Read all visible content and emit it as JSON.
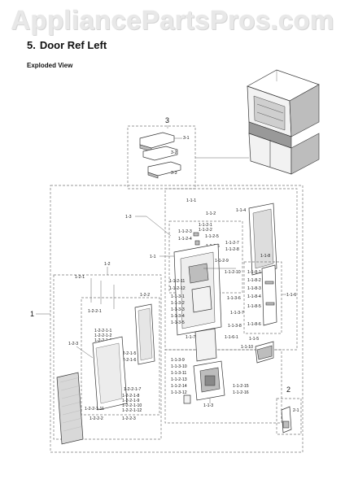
{
  "watermark": "AppliancePartsPros.com",
  "section": {
    "number": "5.",
    "title": "Door Ref Left"
  },
  "subtitle": "Exploded View",
  "groups": {
    "g1": "1",
    "g2": "2",
    "g3": "3"
  },
  "labels": {
    "l3_1": "3-1",
    "l3_2": "3-2",
    "l3_3": "3-3",
    "l1_1": "1-1",
    "l1_1_1": "1-1-1",
    "l1_1_2": "1-1-2",
    "l1_1_3": "1-1-3",
    "l1_1_4": "1-1-4",
    "l1_1_5": "1-1-5",
    "l1_1_6": "1-1-6",
    "l1_1_7": "1-1-7",
    "l1_1_8": "1-1-8",
    "l1_1_10": "1-1-10",
    "l1_1_2_1": "1-1-2-1",
    "l1_1_2_2": "1-1-2-2",
    "l1_1_2_3": "1-1-2-3",
    "l1_1_2_4": "1-1-2-4",
    "l1_1_2_5": "1-1-2-5",
    "l1_1_2_6": "1-1-2-6",
    "l1_1_2_7": "1-1-2-7",
    "l1_1_2_8": "1-1-2-8",
    "l1_1_2_9": "1-1-2-9",
    "l1_1_2_10": "1-1-2-10",
    "l1_1_2_11": "1-1-2-11",
    "l1_1_2_12": "1-1-2-12",
    "l1_1_2_13": "1-1-2-13",
    "l1_1_2_14": "1-1-2-14",
    "l1_1_2_15": "1-1-2-15",
    "l1_1_2_16": "1-1-2-16",
    "l1_1_6_1": "1-1-6-1",
    "l1_1_8_1": "1-1-8-1",
    "l1_1_8_2": "1-1-8-2",
    "l1_1_8_3": "1-1-8-3",
    "l1_1_8_4": "1-1-8-4",
    "l1_1_8_5": "1-1-8-5",
    "l1_1_8_6": "1-1-8-6",
    "l1_1_3_1": "1-1-3-1",
    "l1_1_3_2": "1-1-3-2",
    "l1_1_3_3": "1-1-3-3",
    "l1_1_3_4": "1-1-3-4",
    "l1_1_3_5": "1-1-3-5",
    "l1_1_3_6": "1-1-3-6",
    "l1_1_3_7": "1-1-3-7",
    "l1_1_3_8": "1-1-3-8",
    "l1_1_3_9": "1-1-3-9",
    "l1_1_3_10": "1-1-3-10",
    "l1_1_3_11": "1-1-3-11",
    "l1_1_3_12": "1-1-3-12",
    "l1_2": "1-2",
    "l1_3": "1-3",
    "l1_2_1": "1-2-1",
    "l1_2_2": "1-2-2",
    "l1_2_3": "1-2-3",
    "l1_2_2_1": "1-2-2-1",
    "l1_2_2_2": "1-2-2-2",
    "l1_2_2_3": "1-2-2-3",
    "l1_2_2_1_1": "1-2-2-1-1",
    "l1_2_2_1_2": "1-2-2-1-2",
    "l1_2_2_1_3": "1-2-2-1-3",
    "l1_2_2_1_4": "1-2-2-1-4",
    "l1_2_2_1_5": "1-2-2-1-5",
    "l1_2_2_1_6": "1-2-2-1-6",
    "l1_2_2_1_7": "1-2-2-1-7",
    "l1_2_2_1_8": "1-2-2-1-8",
    "l1_2_2_1_9": "1-2-2-1-9",
    "l1_2_2_1_10": "1-2-2-1-10",
    "l1_2_2_1_11": "1-2-2-1-11",
    "l1_2_2_1_12": "1-2-2-1-12",
    "l2_1": "2-1"
  }
}
